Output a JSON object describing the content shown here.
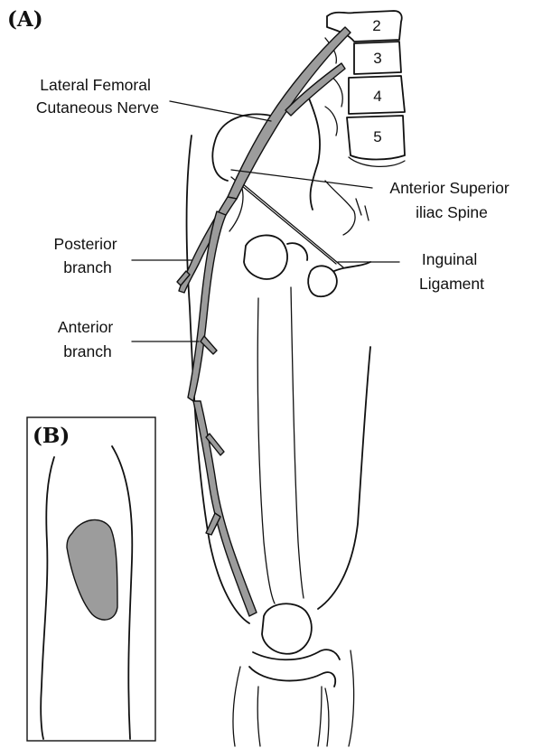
{
  "panel_a": {
    "tag": "(A)"
  },
  "panel_b": {
    "tag": "(B)"
  },
  "vertebrae": [
    "2",
    "3",
    "4",
    "5"
  ],
  "labels": {
    "lfcn": [
      "Lateral Femoral",
      "Cutaneous Nerve"
    ],
    "asis": [
      "Anterior Superior",
      "iliac Spine"
    ],
    "posterior": [
      "Posterior",
      "branch"
    ],
    "inguinal": [
      "Inguinal",
      "Ligament"
    ],
    "anterior": [
      "Anterior",
      "branch"
    ]
  },
  "colors": {
    "nerve_fill": "#9c9c9c",
    "sensory_area": "#9c9c9c",
    "line": "#111111"
  }
}
